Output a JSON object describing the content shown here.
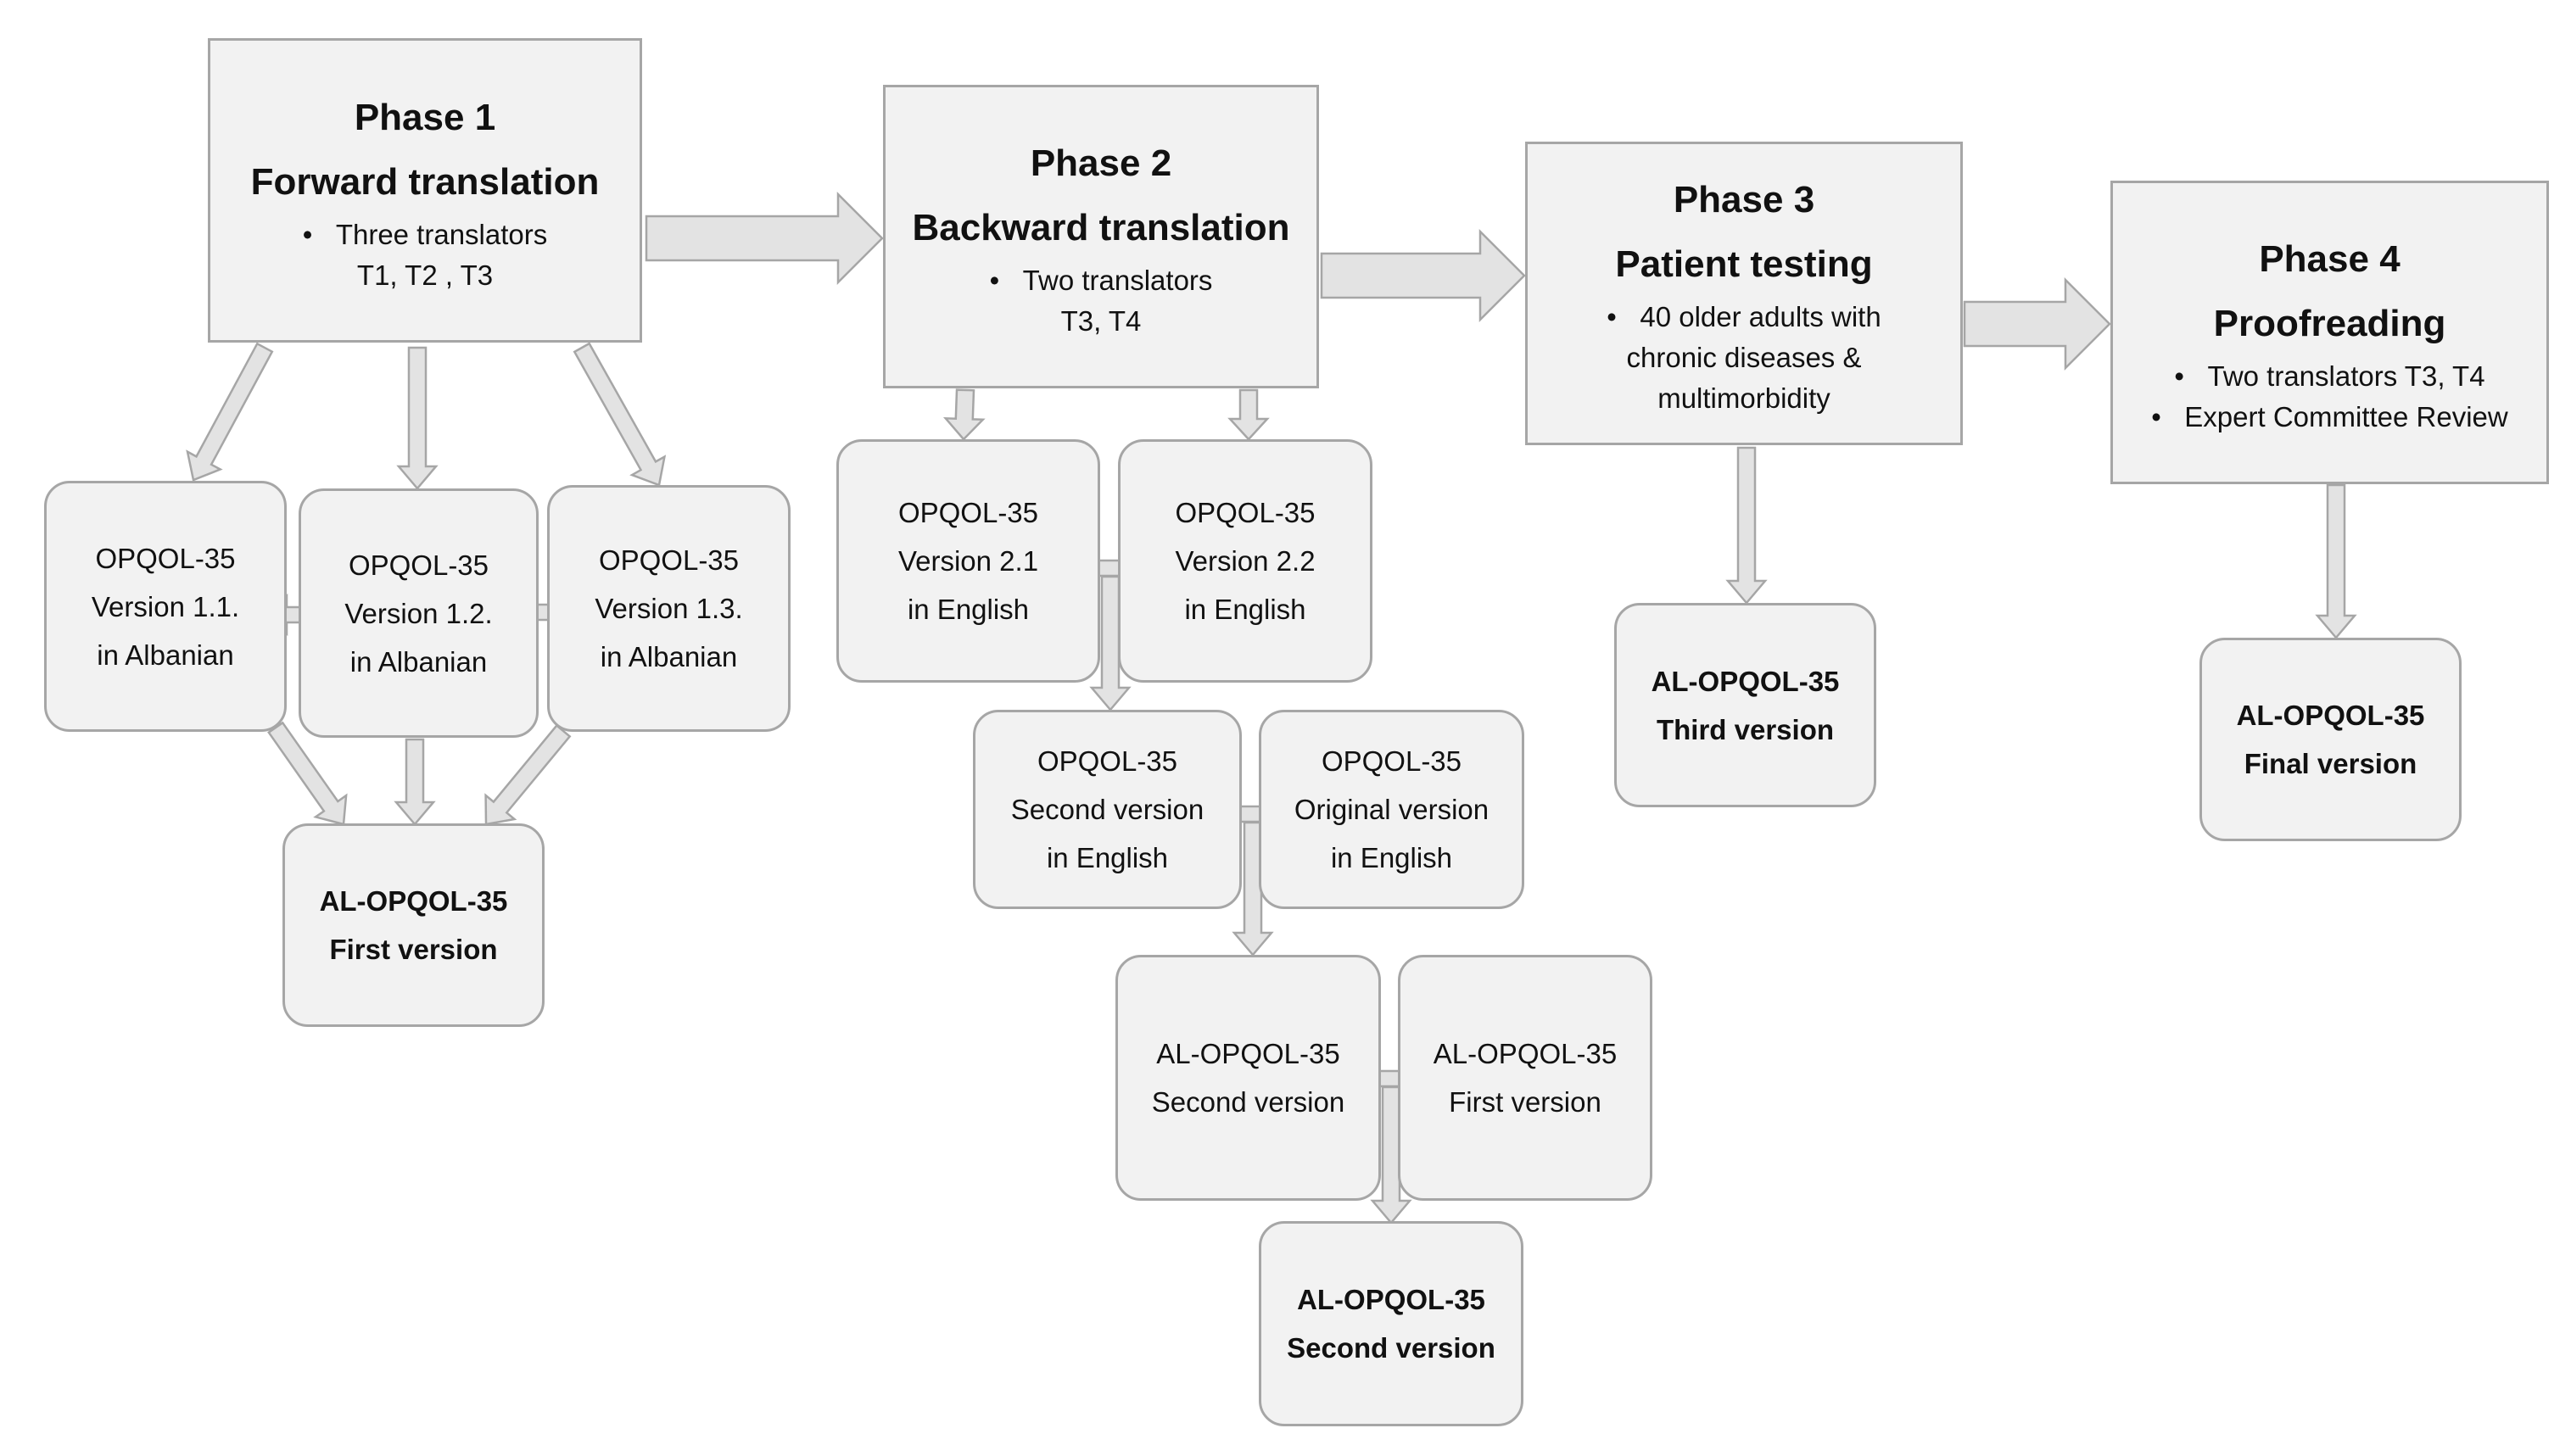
{
  "colors": {
    "box_fill": "#f2f2f2",
    "box_border": "#a6a6a6",
    "arrow_fill": "#e3e3e3",
    "arrow_stroke": "#a6a6a6"
  },
  "phases": [
    {
      "title": "Phase 1",
      "subtitle": "Forward translation",
      "bullets": [
        "Three translators"
      ],
      "details": [
        "T1, T2 , T3"
      ]
    },
    {
      "title": "Phase 2",
      "subtitle": "Backward translation",
      "bullets": [
        "Two translators"
      ],
      "details": [
        "T3, T4"
      ]
    },
    {
      "title": "Phase 3",
      "subtitle": "Patient testing",
      "bullets": [
        "40 older adults with"
      ],
      "details": [
        "chronic diseases &",
        "multimorbidity"
      ]
    },
    {
      "title": "Phase 4",
      "subtitle": "Proofreading",
      "bullets": [
        "Two translators T3, T4",
        "Expert Committee Review"
      ],
      "details": []
    }
  ],
  "nodes": {
    "v1_1": [
      "OPQOL-35",
      "Version 1.1.",
      "in Albanian"
    ],
    "v1_2": [
      "OPQOL-35",
      "Version 1.2.",
      "in Albanian"
    ],
    "v1_3": [
      "OPQOL-35",
      "Version 1.3.",
      "in Albanian"
    ],
    "al_first": [
      "AL-OPQOL-35",
      "First version"
    ],
    "v2_1": [
      "OPQOL-35",
      "Version 2.1",
      "in English"
    ],
    "v2_2": [
      "OPQOL-35",
      "Version 2.2",
      "in English"
    ],
    "second_en": [
      "OPQOL-35",
      "Second version",
      "in English"
    ],
    "original_en": [
      "OPQOL-35",
      "Original version",
      "in English"
    ],
    "al_second_cmp": [
      "AL-OPQOL-35",
      "Second version"
    ],
    "al_first_cmp": [
      "AL-OPQOL-35",
      "First version"
    ],
    "al_second": [
      "AL-OPQOL-35",
      "Second version"
    ],
    "al_third": [
      "AL-OPQOL-35",
      "Third version"
    ],
    "al_final": [
      "AL-OPQOL-35",
      "Final version"
    ]
  }
}
